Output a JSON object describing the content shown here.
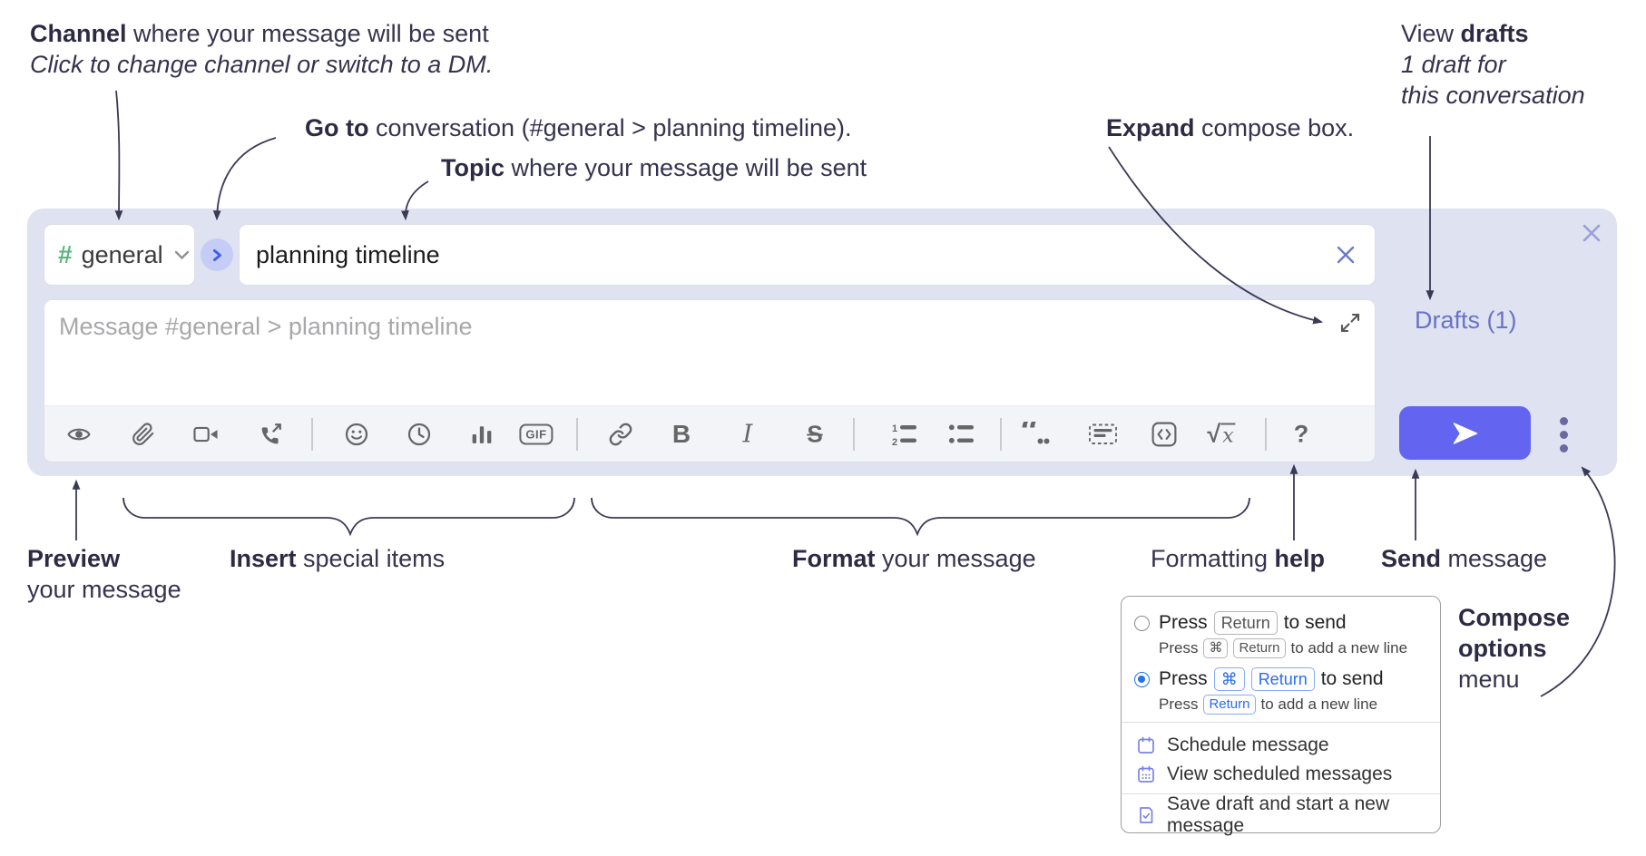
{
  "annotations": {
    "channel": {
      "bold": "Channel",
      "rest": " where your message will be sent",
      "line2": "Click to change channel or switch to a DM."
    },
    "goto": {
      "bold": "Go to",
      "rest": " conversation (#general > planning timeline)."
    },
    "topic": {
      "bold": "Topic",
      "rest": " where your message will be sent"
    },
    "expand": {
      "bold": "Expand",
      "rest": " compose box."
    },
    "drafts": {
      "line1_pre": "View ",
      "line1_bold": "drafts",
      "line2": "1 draft for",
      "line3": "this conversation"
    },
    "preview": {
      "bold": "Preview",
      "line2": "your message"
    },
    "insert": {
      "bold": "Insert",
      "rest": " special items"
    },
    "format": {
      "bold": "Format",
      "rest": " your message"
    },
    "help": {
      "pre": "Formatting ",
      "bold": "help"
    },
    "send": {
      "bold": "Send",
      "rest": " message"
    },
    "compose_options": {
      "line1": "Compose",
      "line2": "options",
      "line3": "menu"
    }
  },
  "compose": {
    "channel_name": "general",
    "channel_hash": "#",
    "topic_value": "planning timeline",
    "message_placeholder": "Message #general > planning timeline",
    "drafts_link": "Drafts (1)"
  },
  "toolbar": {
    "gif_label": "GIF",
    "bold_label": "B",
    "italic_label": "I",
    "strike_label": "S",
    "quote_label": "“",
    "math_root": "√",
    "math_x": "x",
    "help_label": "?"
  },
  "popup": {
    "option1": {
      "press": "Press",
      "key": "Return",
      "suffix": "to send",
      "sub_press": "Press",
      "sub_key1": "⌘",
      "sub_key2": "Return",
      "sub_suffix": "to add a new line"
    },
    "option2": {
      "press": "Press",
      "key1": "⌘",
      "key2": "Return",
      "suffix": "to send",
      "sub_press": "Press",
      "sub_key": "Return",
      "sub_suffix": "to add a new line"
    },
    "items": [
      "Schedule message",
      "View scheduled messages",
      "Save draft and start a new message"
    ]
  },
  "colors": {
    "compose_bg": "#dee2f1",
    "send_button": "#6364f0",
    "drafts_link": "#6a73c8",
    "channel_green": "#5cb57c",
    "goto_button_bg": "#c5cdf7",
    "goto_chevron": "#3e63e0",
    "radio_selected": "#2573f0",
    "kbd_blue": "#2b6cf0",
    "menu_icon_purple": "#7b83e8",
    "annotation_text": "#35334e",
    "toolbar_icon": "#666666"
  }
}
